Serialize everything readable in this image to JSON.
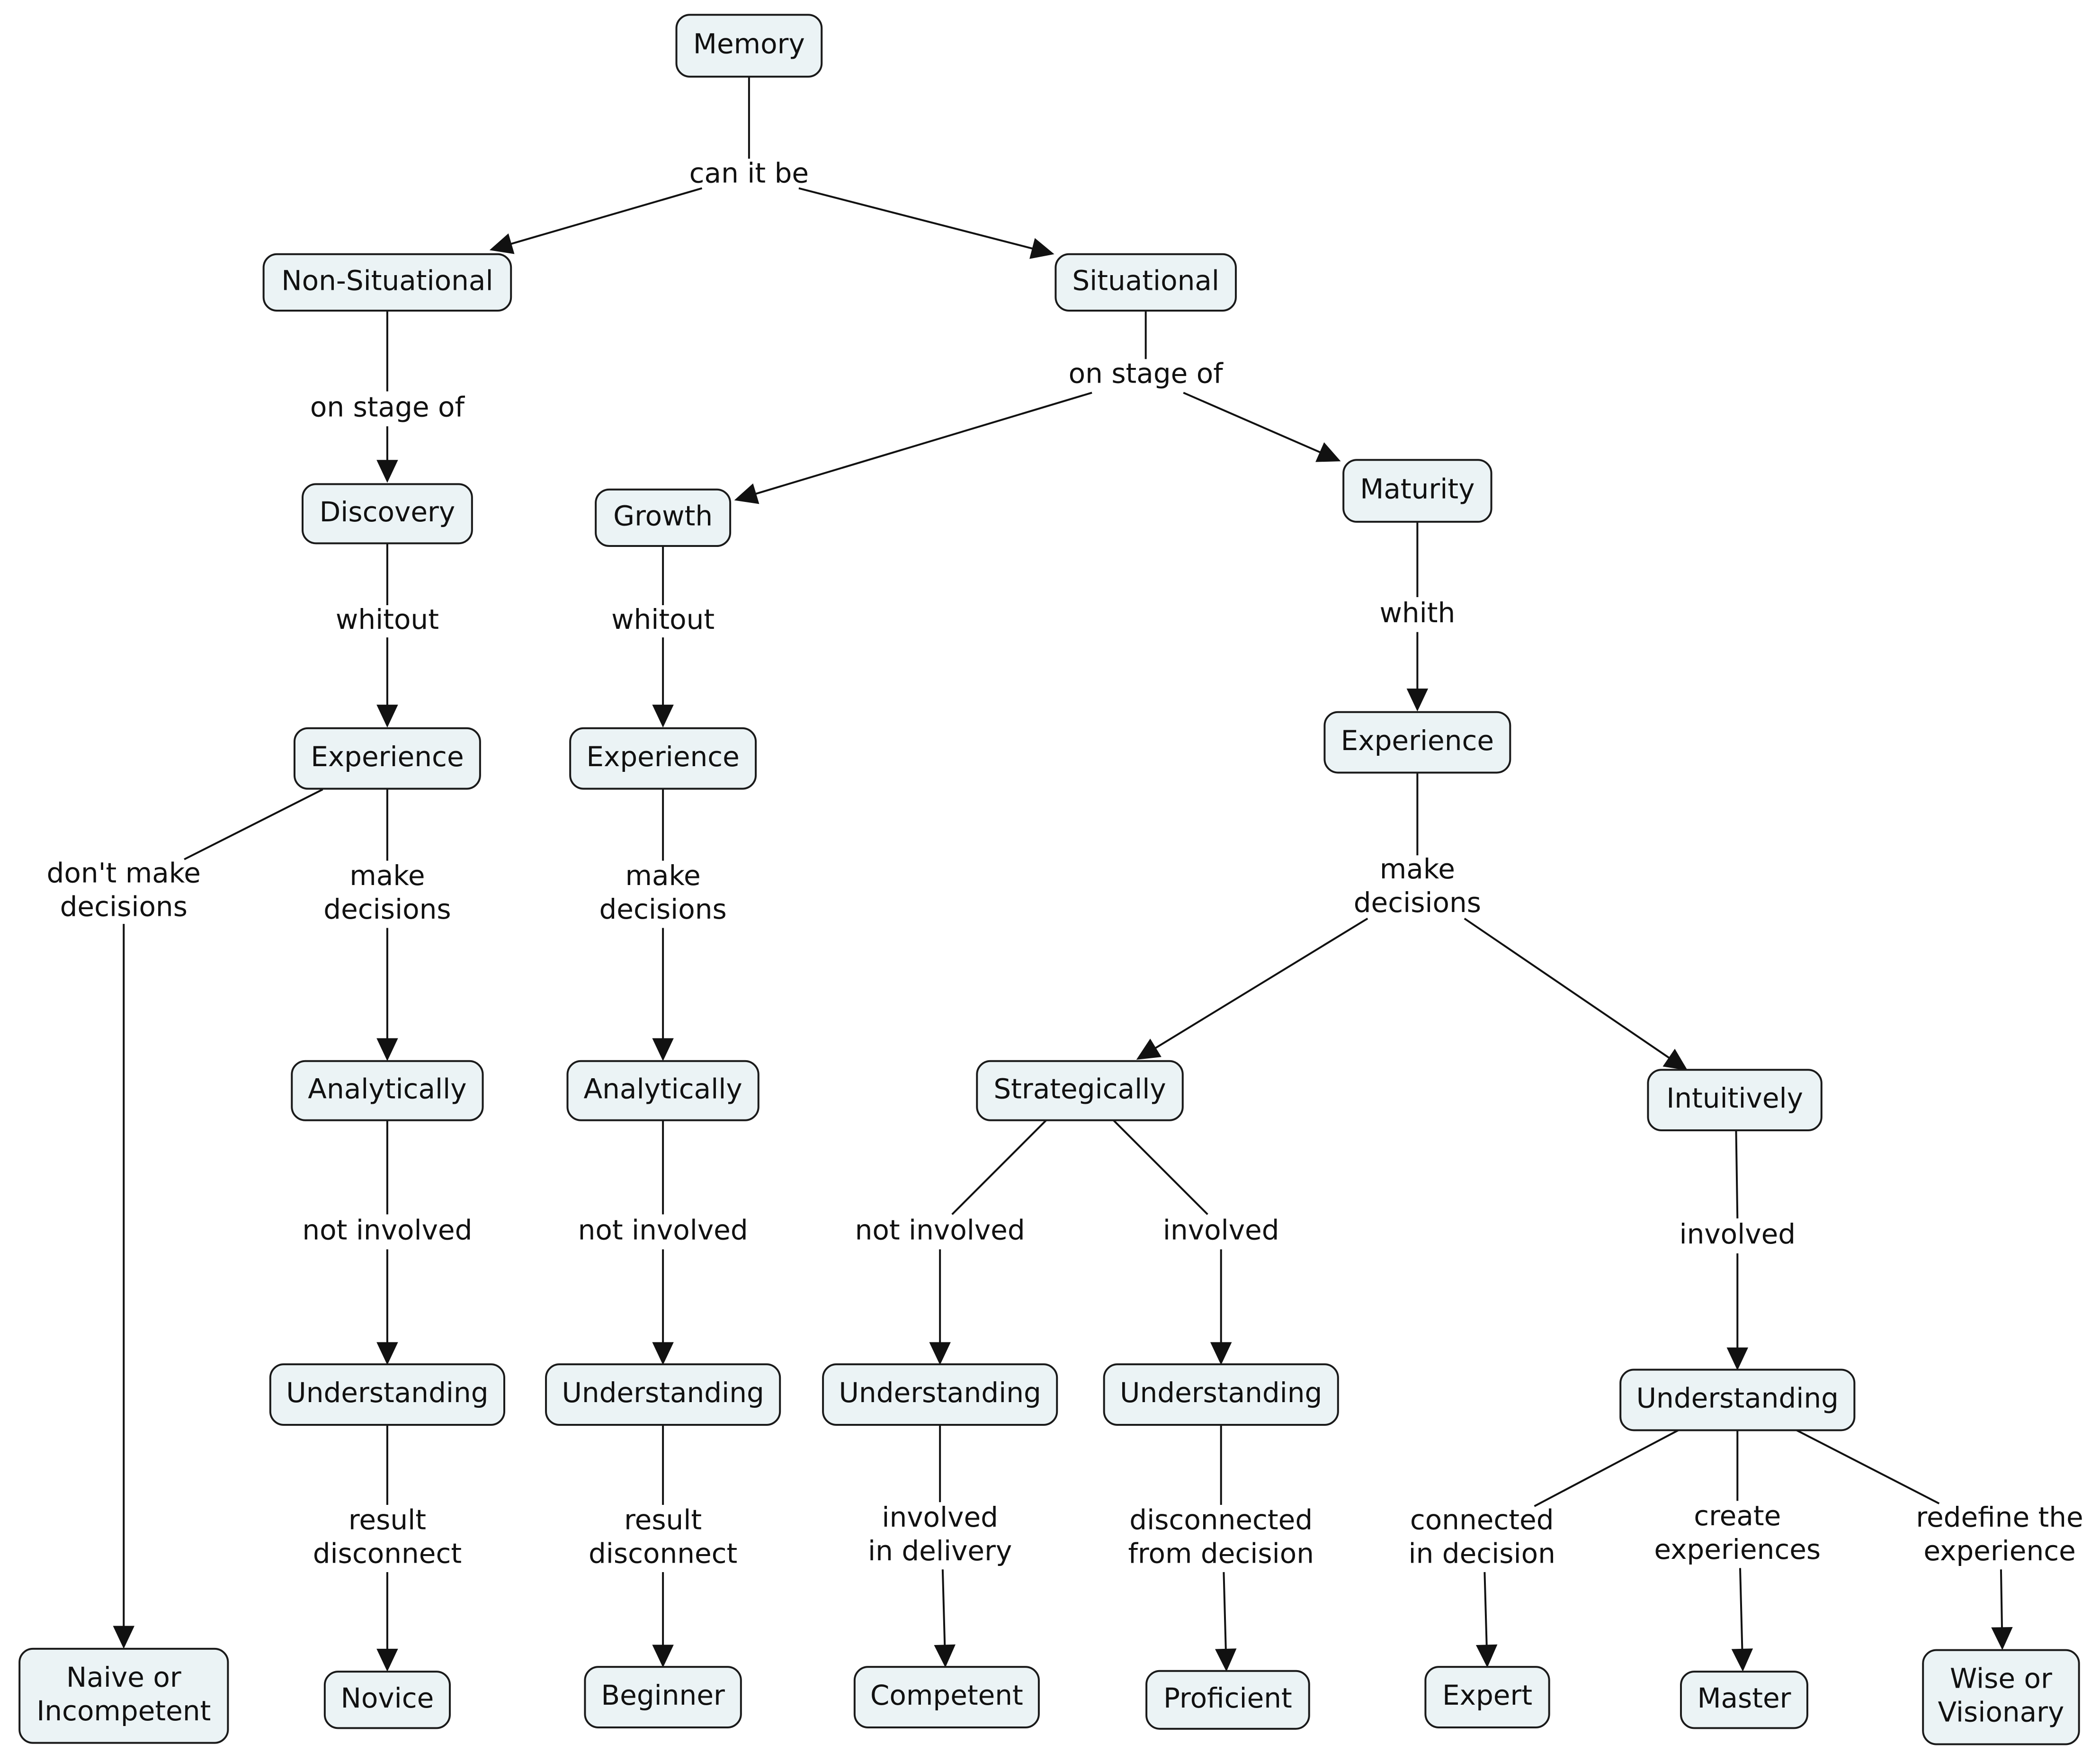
{
  "nodes": {
    "memory": "Memory",
    "non_situational": "Non-Situational",
    "situational": "Situational",
    "discovery": "Discovery",
    "growth": "Growth",
    "maturity": "Maturity",
    "experience_discovery": "Experience",
    "experience_growth": "Experience",
    "experience_maturity": "Experience",
    "analytically_discovery": "Analytically",
    "analytically_growth": "Analytically",
    "strategically": "Strategically",
    "intuitively": "Intuitively",
    "understanding_1": "Understanding",
    "understanding_2": "Understanding",
    "understanding_3": "Understanding",
    "understanding_4": "Understanding",
    "understanding_5": "Understanding",
    "naive": [
      "Naive or",
      "Incompetent"
    ],
    "novice": "Novice",
    "beginner": "Beginner",
    "competent": "Competent",
    "proficient": "Proficient",
    "expert": "Expert",
    "master": "Master",
    "wise": [
      "Wise or",
      "Visionary"
    ]
  },
  "links": {
    "can_it_be": "can it be",
    "on_stage_of_left": "on stage of",
    "on_stage_of_right": "on stage of",
    "whitout_1": "whitout",
    "whitout_2": "whitout",
    "whith": "whith",
    "dont_make_decisions": [
      "don't make",
      "decisions"
    ],
    "make_decisions_1": [
      "make",
      "decisions"
    ],
    "make_decisions_2": [
      "make",
      "decisions"
    ],
    "make_decisions_3": [
      "make",
      "decisions"
    ],
    "not_involved_1": "not involved",
    "not_involved_2": "not involved",
    "not_involved_3": "not involved",
    "involved_1": "involved",
    "involved_2": "involved",
    "result_disconnect_1": [
      "result",
      "disconnect"
    ],
    "result_disconnect_2": [
      "result",
      "disconnect"
    ],
    "involved_in_delivery": [
      "involved",
      "in delivery"
    ],
    "disconnected_from_decision": [
      "disconnected",
      "from decision"
    ],
    "connected_in_decision": [
      "connected",
      "in decision"
    ],
    "create_experiences": [
      "create",
      "experiences"
    ],
    "redefine_the_experience": [
      "redefine the",
      "experience"
    ]
  }
}
